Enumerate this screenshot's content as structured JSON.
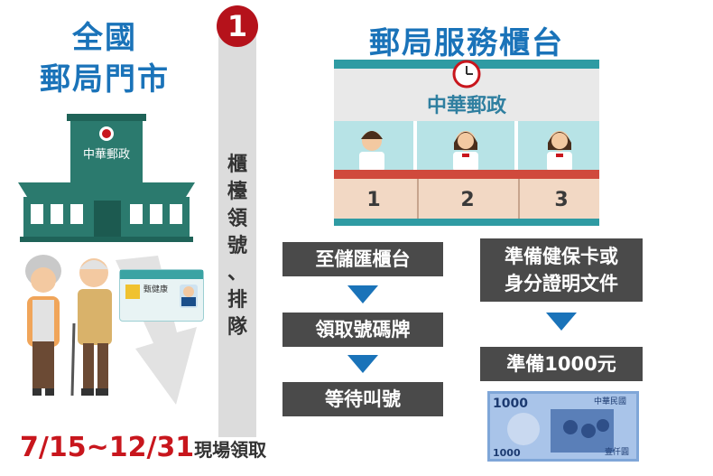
{
  "left": {
    "title_line1": "全國",
    "title_line2": "郵局門市",
    "building_sign": "中華郵政",
    "card": {
      "name": "甄健康"
    },
    "date_range": "7/15~12/31",
    "date_suffix": "現場領取"
  },
  "step": {
    "number": "1",
    "vertical_text": [
      "櫃",
      "檯",
      "領",
      "號",
      "、",
      "排",
      "隊"
    ]
  },
  "right": {
    "title": "郵局服務櫃台",
    "counter_sign": "中華郵政",
    "counter_numbers": [
      "1",
      "2",
      "3"
    ],
    "flow_left": [
      "至儲匯櫃台",
      "領取號碼牌",
      "等待叫號"
    ],
    "flow_right_1_line1": "準備健保卡或",
    "flow_right_1_line2": "身分證明文件",
    "flow_right_2": "準備1000元",
    "banknote": {
      "value": "1000",
      "issuer": "中華民國",
      "denom": "壹仟圓"
    }
  },
  "colors": {
    "blue": "#1a73b9",
    "teal": "#2b7a6e",
    "red": "#b5121b",
    "date_red": "#c8161d",
    "box_gray": "#4a4a4a"
  }
}
